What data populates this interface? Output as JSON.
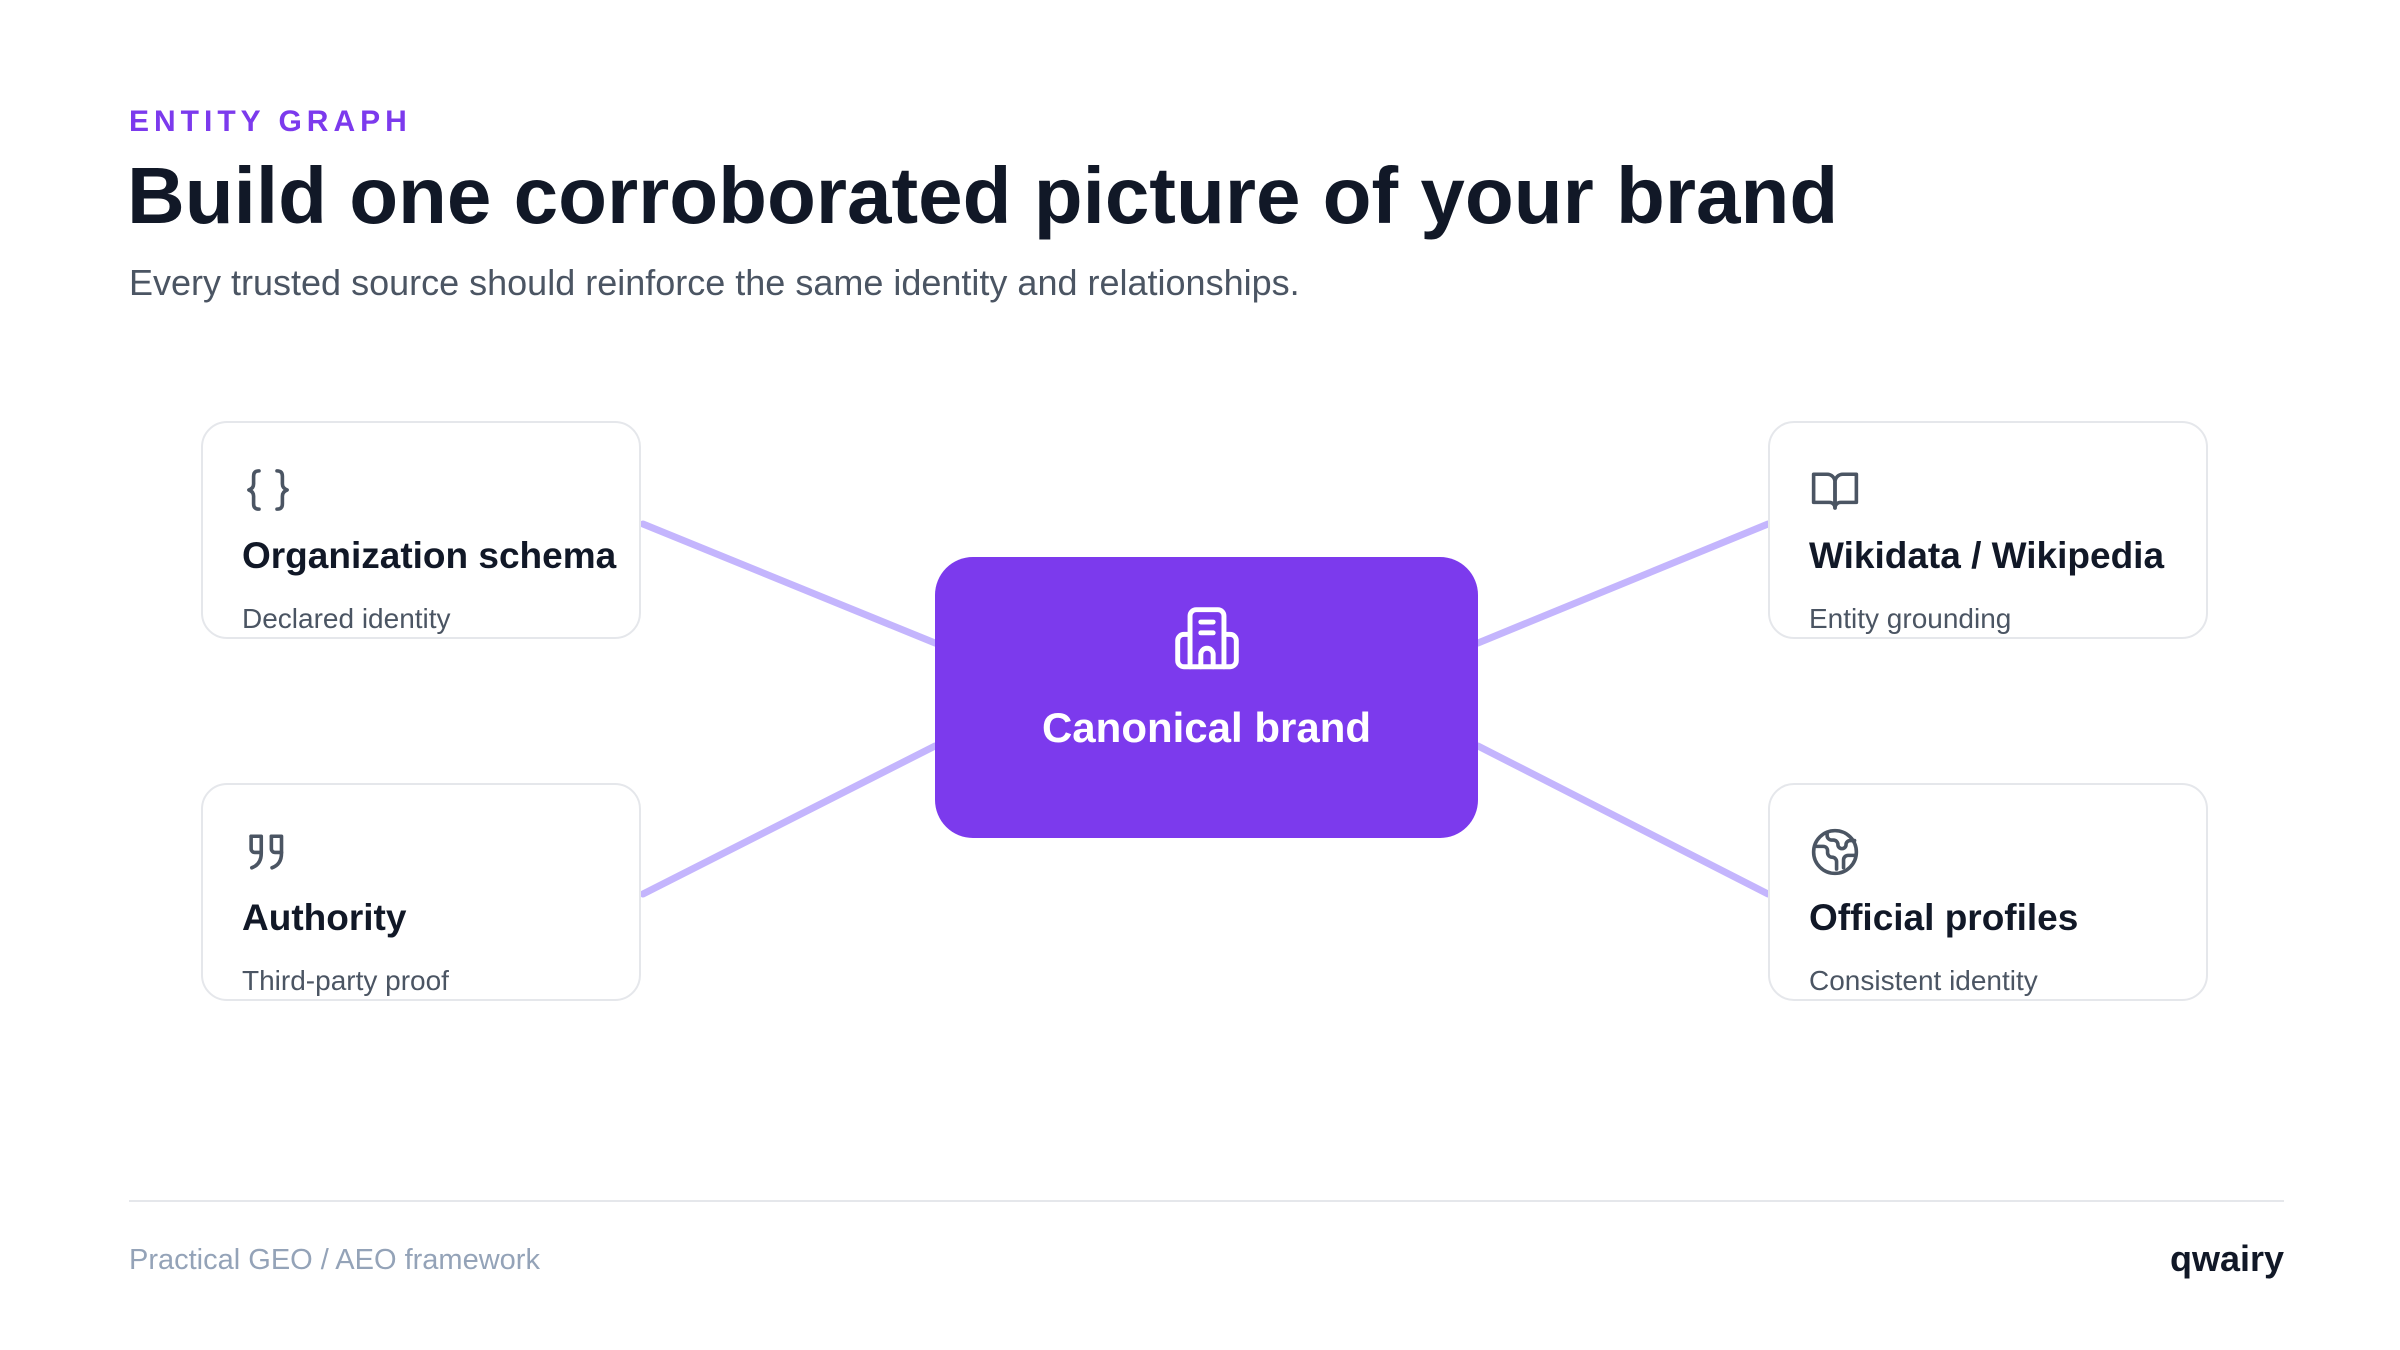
{
  "header": {
    "eyebrow": "ENTITY GRAPH",
    "title": "Build one corroborated picture of your brand",
    "subtitle": "Every trusted source should reinforce the same identity and relationships."
  },
  "center": {
    "label": "Canonical brand",
    "icon": "building-icon"
  },
  "cards": [
    {
      "title": "Organization schema",
      "subtitle": "Declared identity",
      "icon": "braces-icon"
    },
    {
      "title": "Authority",
      "subtitle": "Third-party proof",
      "icon": "quote-icon"
    },
    {
      "title": "Wikidata / Wikipedia",
      "subtitle": "Entity grounding",
      "icon": "book-open-icon"
    },
    {
      "title": "Official profiles",
      "subtitle": "Consistent identity",
      "icon": "globe-icon"
    }
  ],
  "footer": {
    "left": "Practical GEO / AEO framework",
    "brand": "qwairy"
  },
  "colors": {
    "accent": "#7c3aed",
    "connector": "#c4b5fd",
    "card_border": "#e5e7eb",
    "text_dark": "#111827",
    "text_muted": "#4b5563",
    "footer_muted": "#94a3b8"
  }
}
